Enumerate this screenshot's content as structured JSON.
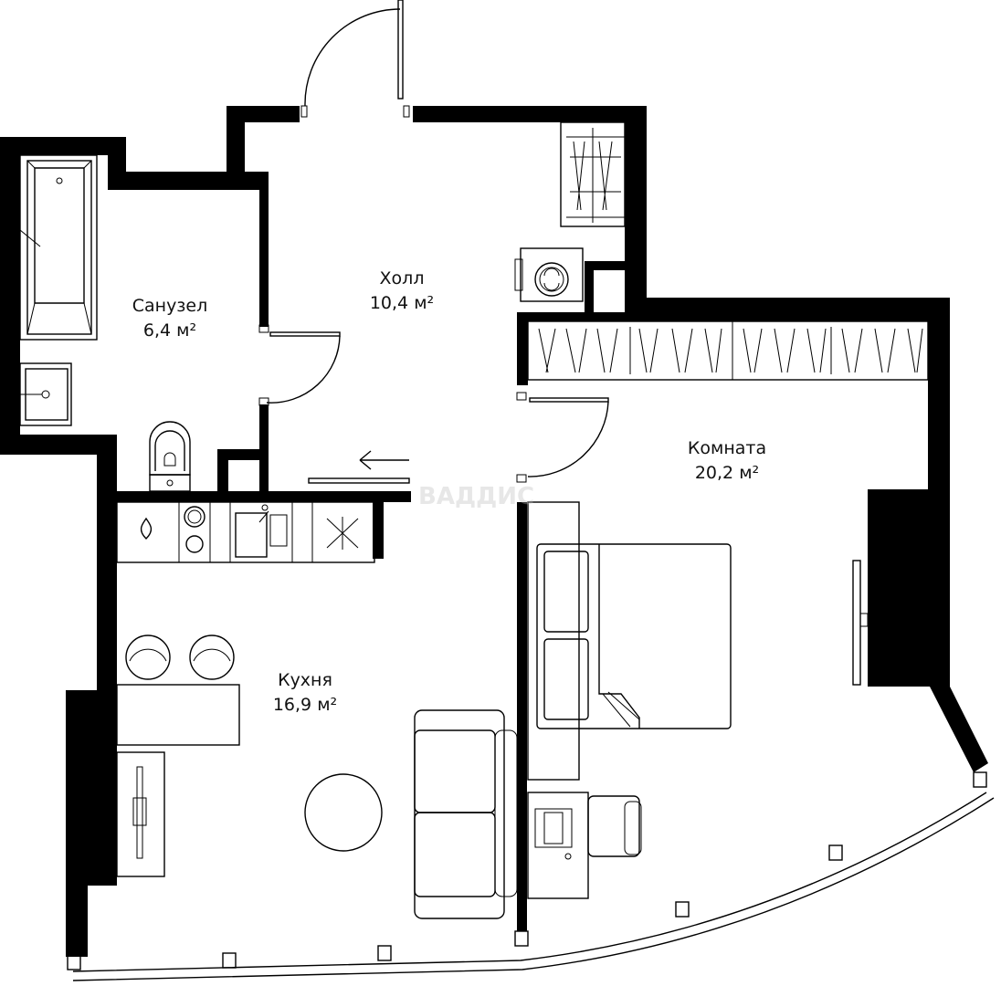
{
  "rooms": {
    "bathroom": {
      "name": "Санузел",
      "area": "6,4 м²"
    },
    "hall": {
      "name": "Холл",
      "area": "10,4 м²"
    },
    "room": {
      "name": "Комната",
      "area": "20,2 м²"
    },
    "kitchen": {
      "name": "Кухня",
      "area": "16,9 м²"
    }
  },
  "watermark": "ВАДДИС",
  "colors": {
    "wall": "#000000",
    "background": "#ffffff"
  }
}
